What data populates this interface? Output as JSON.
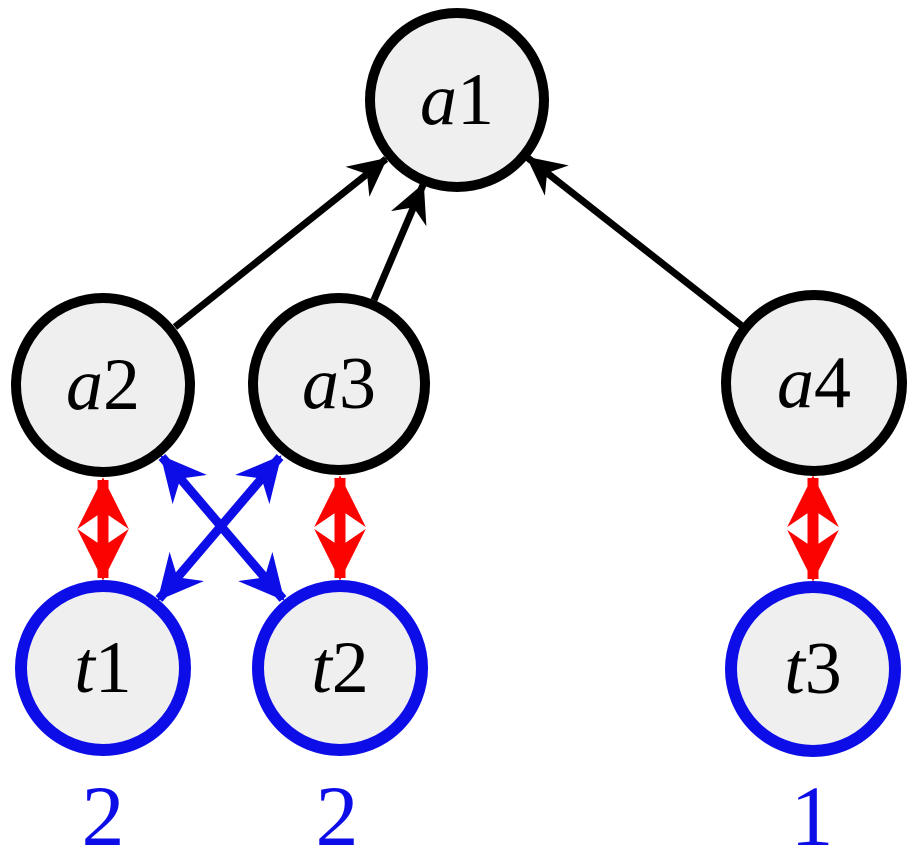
{
  "diagram": {
    "type": "graph",
    "background": "#ffffff",
    "node_fill": "#efefef",
    "colors": {
      "argument_node_border": "#000000",
      "task_node_border": "#0d0de8",
      "attack_arrow": "#000000",
      "vertical_link_arrow": "#fb0300",
      "cross_link_arrow": "#0d0de8",
      "count_text": "#0d0de8"
    },
    "nodes": [
      {
        "id": "a1",
        "label": "a1",
        "row": "top",
        "border_color": "#000000"
      },
      {
        "id": "a2",
        "label": "a2",
        "row": "middle",
        "border_color": "#000000"
      },
      {
        "id": "a3",
        "label": "a3",
        "row": "middle",
        "border_color": "#000000"
      },
      {
        "id": "a4",
        "label": "a4",
        "row": "middle",
        "border_color": "#000000"
      },
      {
        "id": "t1",
        "label": "t1",
        "row": "bottom",
        "border_color": "#0d0de8",
        "count": "2"
      },
      {
        "id": "t2",
        "label": "t2",
        "row": "bottom",
        "border_color": "#0d0de8",
        "count": "2"
      },
      {
        "id": "t3",
        "label": "t3",
        "row": "bottom",
        "border_color": "#0d0de8",
        "count": "1"
      }
    ],
    "edges": [
      {
        "from": "a2",
        "to": "a1",
        "style": "single-arrow",
        "color": "#000000"
      },
      {
        "from": "a3",
        "to": "a1",
        "style": "single-arrow",
        "color": "#000000"
      },
      {
        "from": "a4",
        "to": "a1",
        "style": "single-arrow",
        "color": "#000000"
      },
      {
        "from": "a2",
        "to": "t1",
        "style": "double-arrow",
        "color": "#fb0300"
      },
      {
        "from": "a3",
        "to": "t2",
        "style": "double-arrow",
        "color": "#fb0300"
      },
      {
        "from": "a4",
        "to": "t3",
        "style": "double-arrow",
        "color": "#fb0300"
      },
      {
        "from": "a2",
        "to": "t2",
        "style": "double-arrow",
        "color": "#0d0de8"
      },
      {
        "from": "a3",
        "to": "t1",
        "style": "double-arrow",
        "color": "#0d0de8"
      }
    ]
  }
}
